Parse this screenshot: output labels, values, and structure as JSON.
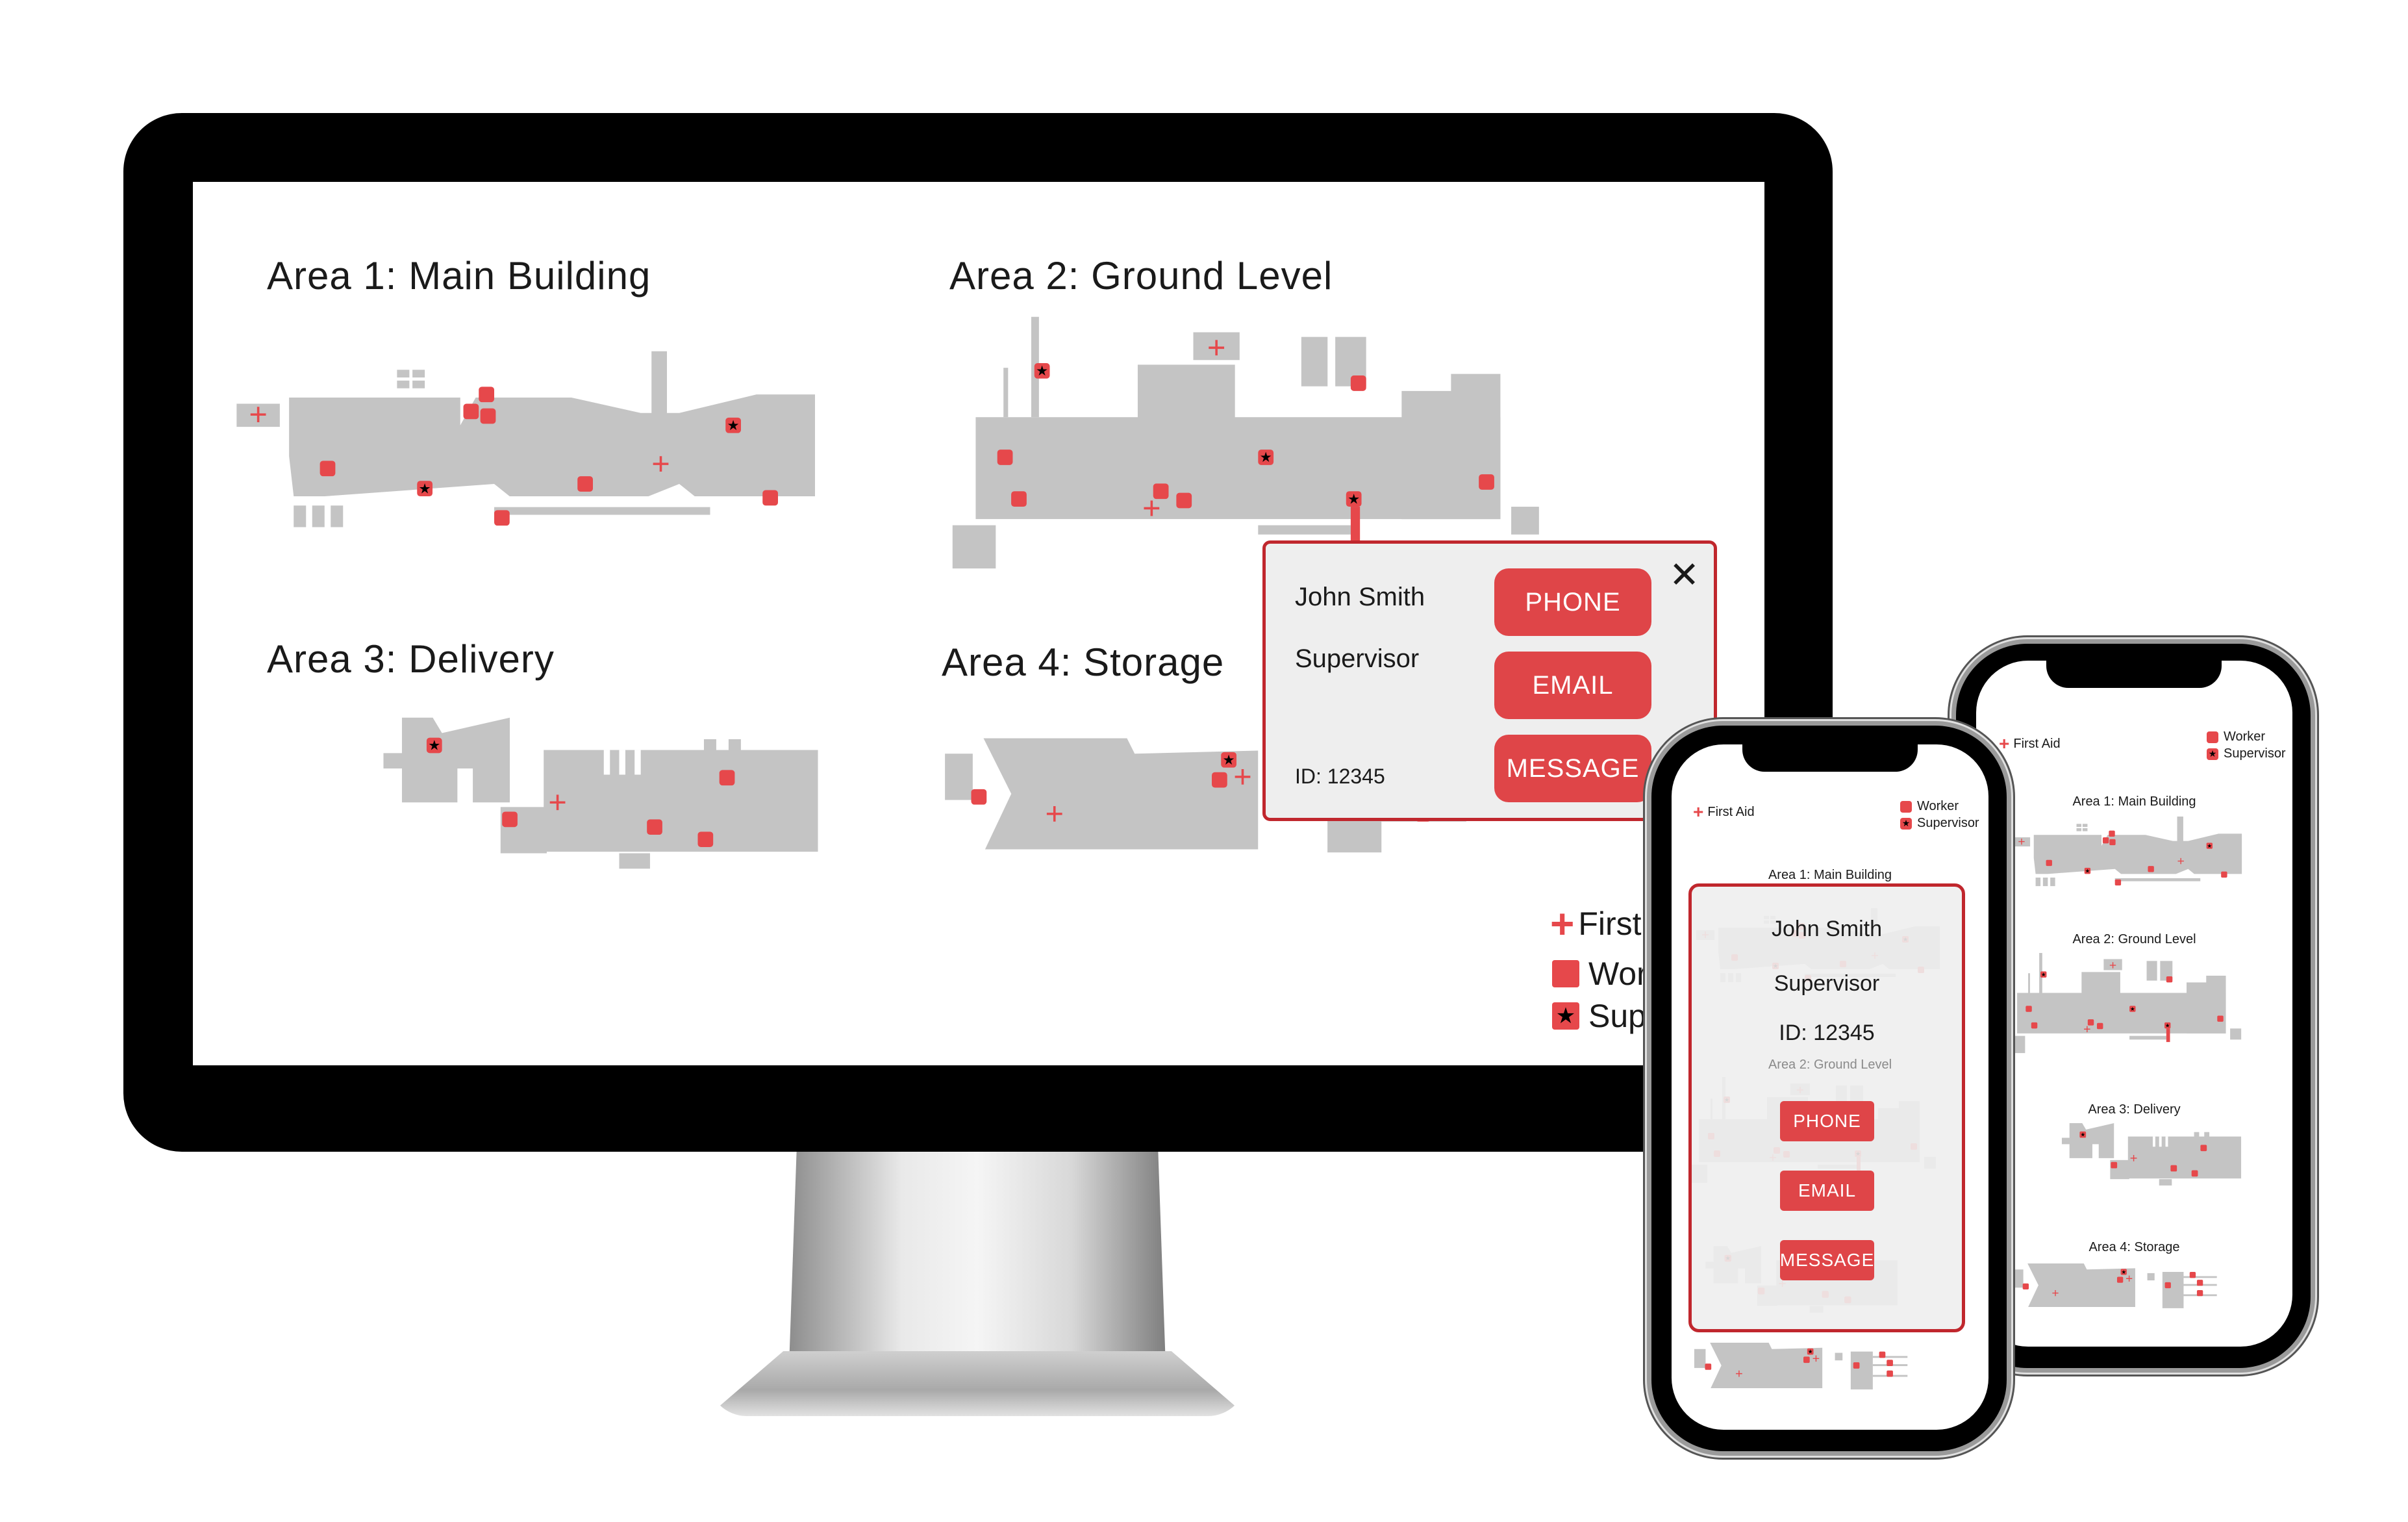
{
  "colors": {
    "accent": "#df4548",
    "map_gray": "#c4c4c4",
    "popup_border": "#c0272d"
  },
  "desktop": {
    "areas": [
      {
        "title": "Area 1: Main Building"
      },
      {
        "title": "Area 2: Ground Level"
      },
      {
        "title": "Area 3: Delivery"
      },
      {
        "title": "Area 4: Storage"
      }
    ],
    "legend": {
      "first_aid": "First Aid",
      "worker": "Worker",
      "supervisor": "Supervisor"
    },
    "popup": {
      "name": "John Smith",
      "role": "Supervisor",
      "id": "ID: 12345",
      "phone": "PHONE",
      "email": "EMAIL",
      "message": "MESSAGE",
      "close_icon": "close-icon"
    }
  },
  "phone_front": {
    "legend": {
      "first_aid": "First Aid",
      "worker": "Worker",
      "supervisor": "Supervisor"
    },
    "areas": [
      {
        "title": "Area 1: Main Building"
      },
      {
        "title": "Area 2: Ground Level"
      }
    ],
    "modal": {
      "name": "John Smith",
      "role": "Supervisor",
      "id": "ID: 12345",
      "phone": "PHONE",
      "email": "EMAIL",
      "message": "MESSAGE"
    }
  },
  "phone_back": {
    "legend": {
      "first_aid": "First Aid",
      "worker": "Worker",
      "supervisor": "Supervisor"
    },
    "areas": [
      {
        "title": "Area 1: Main Building"
      },
      {
        "title": "Area 2: Ground Level"
      },
      {
        "title": "Area 3: Delivery"
      },
      {
        "title": "Area 4: Storage"
      }
    ]
  }
}
